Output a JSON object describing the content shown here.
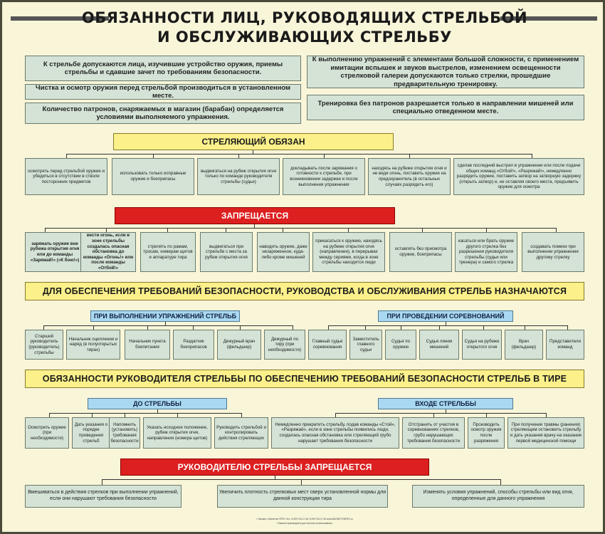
{
  "title": {
    "line1": "ОБЯЗАННОСТИ ЛИЦ, РУКОВОДЯЩИХ СТРЕЛЬБОЙ",
    "line2": "И ОБСЛУЖИВАЮЩИХ СТРЕЛЬБУ"
  },
  "intro": {
    "left": [
      "К стрельбе допускаются лица, изучившие устройство оружия, приемы стрельбы и сдавшие зачет по требованиям безопасности.",
      "Чистка и осмотр оружия перед стрельбой производиться в установленном месте.",
      "Количество патронов, снаряжаемых в магазин (барабан) определяется условиями выполняемого упражнения."
    ],
    "right": [
      "К выполнению упражнений с элементами большой сложности, с применением имитации вспышек и звуков выстрелов, изменением освещенности стрелковой галереи допускаются только стрелки, прошедшие предварительную тренировку.",
      "Тренировка без патронов разрешается только в направлении мишеней или специально отведенном месте."
    ]
  },
  "shooter_must": {
    "header": "СТРЕЛЯЮЩИЙ ОБЯЗАН",
    "items": [
      "осмотреть перед стрельбой оружие и убедиться в отсутствии в стволе посторонних предметов",
      "использовать только исправные оружие и боеприпасы",
      "выдвигаться на рубеж открытия огня только по команде руководителя стрельбы (судьи)",
      "докладывать после заряжания о готовности к стрельбе, при возникновении задержки и после выполнения упражнения",
      "находясь на рубеже открытия огня и не ведя огонь, поставить оружие на предохранитель (в остальных случаях разрядить его)",
      "сделав последний выстрел в упражнении или после подачи общих команд «Отбой!», «Разряжай!», немедленно разрядить оружие, поставить затвор на затворную задержку (открыть затвор) и, не оставляя своего места, предъявить оружие для осмотра"
    ]
  },
  "forbidden": {
    "header": "ЗАПРЕЩАЕТСЯ",
    "items": [
      "заряжать оружие вне рубежа открытия огня или до команды «Заряжай!» («К бою!»)",
      "вести огонь, если в зоне стрельбы создалась опасная обстановка до команды «Огонь!» или после команды «Отбой!»",
      "стрелять по рамам, тросам, номерам щитов и аппаратуре тира",
      "выдвигаться при стрельбе с места за рубеж открытия огня",
      "наводить оружие, даже незаряженное, куда-либо кроме мишеней",
      "прикасаться к оружию, находясь на рубеже открытия огня (направлении), в перерывах между сериями, когда в зоне стрельбы находятся люди",
      "оставлять без присмотра оружие, боеприпасы",
      "касаться или брать оружие другого стрелка без разрешения руководителя стрельбы (судьи или тренера) и самого стрелка",
      "создавать помехи при выполнении упражнения другому стрелку"
    ]
  },
  "appointed": {
    "header": "ДЛЯ ОБЕСПЕЧЕНИЯ ТРЕБОВАНИЙ БЕЗОПАСНОСТИ, РУКОВОДСТВА И ОБСЛУЖИВАНИЯ СТРЕЛЬБ НАЗНАЧАЮТСЯ",
    "exercises_header": "ПРИ ВЫПОЛНЕНИИ УПРАЖНЕНИЙ СТРЕЛЬБ",
    "competitions_header": "ПРИ ПРОВЕДЕНИИ СОРЕВНОВАНИЙ",
    "exercises": [
      "Старший руководитель (руководитель) стрельбы",
      "Начальник оцепления и наряд (в полуоткрытых тирах)",
      "Начальник пункта боепитания",
      "Раздатчик боеприпасов",
      "Дежурный врач (фельдшер)",
      "Дежурный по тиру (при необходимости)"
    ],
    "competitions": [
      "Главный судья соревнования",
      "Заместитель главного судьи",
      "Судья по оружию",
      "Судья линии мишеней",
      "Судья на рубеже открытого огня",
      "Врач (фельдшер)",
      "Представители команд"
    ]
  },
  "director": {
    "header": "ОБЯЗАННОСТИ РУКОВОДИТЕЛЯ СТРЕЛЬБЫ ПО ОБЕСПЕЧЕНИЮ ТРЕБОВАНИЙ БЕЗОПАСНОСТИ СТРЕЛЬБ В ТИРЕ",
    "before_header": "ДО СТРЕЛЬБЫ",
    "during_header": "ВХОДЕ СТРЕЛЬБЫ",
    "before": [
      "Осмотреть оружие (при необходимости)",
      "Дать указания о порядке проведения стрельб",
      "Напомнить (установить) требования безопасности",
      "Указать исходное положение, рубеж открытия огня, направления (номера щитов)",
      "Руководить стрельбой и контролировать действия стреляющих"
    ],
    "during": [
      "Немедленно прекратить стрельбу, подав команды «Стой», «Разряжай», если в зоне стрельбы появились люди, создалась опасная обстановка или стреляющий грубо нарушает требования безопасности",
      "Отстранить от участия в соревнованиях стрелков, грубо нарушающих требования безопасности",
      "Производить осмотр оружия после разряжения",
      "При получении травмы (ранения) стреляющим остановить стрельбу и дать указания врачу на оказание первой медицинской помощи"
    ]
  },
  "director_forbidden": {
    "header": "РУКОВОДИТЕЛЮ СТРЕЛЬБЫ ЗАПРЕЩАЕТСЯ",
    "items": [
      "Вмешиваться в действия стрелков при выполнении упражнений, если они нарушают требования безопасности",
      "Увеличить плотность стрелковых мест сверх установленной нормы для данной конструкции тира",
      "Изменять условия упражнений, способы стрельбы или вид огня, определенные для данного упражнения"
    ]
  },
  "footer": {
    "line1": "г. Москва, «Магнетон ПРО» Тел.: 8 499 743-17-46, 8 499 743-17-49 www.MAGNETONPRO.ru",
    "line2": "Плакаты производятся для частного использования"
  }
}
